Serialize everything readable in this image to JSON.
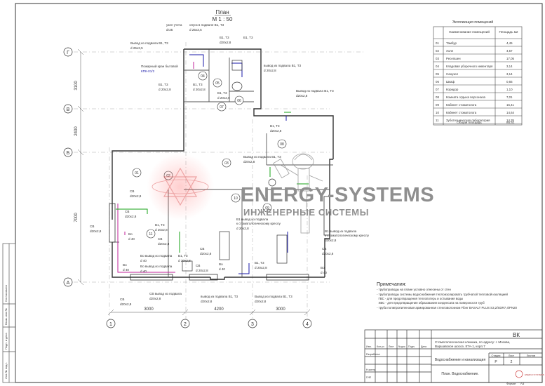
{
  "plan": {
    "title": "План",
    "scale": "М 1 : 50"
  },
  "axes": {
    "rows": [
      "Г",
      "В",
      "Б",
      "А"
    ],
    "cols": [
      "1",
      "2",
      "3",
      "4"
    ],
    "row_dims": [
      "3100",
      "2400",
      "7000"
    ],
    "col_dims": [
      "3000",
      "4200",
      "3000"
    ]
  },
  "rooms": [
    "01",
    "02",
    "03",
    "04",
    "05",
    "06",
    "07",
    "08",
    "09",
    "10",
    "11"
  ],
  "labels": {
    "uzel": "узел учета",
    "uzel_d": "dг25",
    "otpusk": "опуск в подвале В1, Т3",
    "otpusk_d": "d 25х3,5",
    "b1t3": "В1, Т3",
    "d20": "d20х2,8",
    "d20b": "d 20х2,8",
    "vyvod1": "Вывод из подвала В1, Т3",
    "vyvod1_d": "d 25х3,5",
    "pozh1": "Пожарный кран бытовой",
    "pozh2": "КПК-01/2",
    "vyvod2": "вывод из подвала В1, Т3",
    "vyvod3": "Вывод из подвала В1, Т3",
    "vyvod4": "Вывод из подвала В1, Т3",
    "vyvod4_d": "d20х2,8",
    "st1": "В1 вывод из подвала",
    "st2": "к стоматологическому креслу",
    "st1_d": "d 20х2,8",
    "st3": "В1 вывод из подвала",
    "st4": "к стоматологическому креслу",
    "st3_d": "d20х2,8",
    "cv": "СВ",
    "vo": "Во",
    "d40": "d 40",
    "vo_vyvod": "Во вывод из подвала",
    "cv_vyvod": "СВ вывод из подвала",
    "bottom1": "вывод из подвала В1, Т3",
    "bottom2": "Вывод из подвала В1, Т3"
  },
  "explication": {
    "title": "Экспликация помещений",
    "col_name": "Наименование помещений",
    "col_area": "Площадь м2",
    "rows": [
      {
        "n": "01",
        "name": "Тамбур",
        "area": "4,45"
      },
      {
        "n": "02",
        "name": "Холл",
        "area": "4,57"
      },
      {
        "n": "03",
        "name": "Ресепшен",
        "area": "17,05"
      },
      {
        "n": "04",
        "name": "Кладовая уборочного инвентаря",
        "area": "3,14"
      },
      {
        "n": "05",
        "name": "Санузел",
        "area": "3,14"
      },
      {
        "n": "06",
        "name": "Шкаф",
        "area": "0,65"
      },
      {
        "n": "07",
        "name": "Коридор",
        "area": "1,10"
      },
      {
        "n": "08",
        "name": "Комната отдыха персонала",
        "area": "7,01"
      },
      {
        "n": "09",
        "name": "Кабинет стоматолога",
        "area": "15,41"
      },
      {
        "n": "10",
        "name": "Кабинет стоматолога",
        "area": "14,64"
      },
      {
        "n": "11",
        "name": "Зуботехническая лаборатория",
        "area": "14,35"
      }
    ],
    "total_label": "Общая площадь",
    "total_area": "85,51"
  },
  "notes": {
    "title": "Примечания:",
    "lines": [
      "- трубопроводы на плане условно отнесены от стен",
      "- трубопроводы системы водоснабжения теплоизолировать трубчатой тепловой изоляцией",
      "  ГВС - для предотвращения теплопотерь и остывания воды",
      "  ХВС - для предотвращения образования конденсата на поверхности труб",
      "- труба полипропиленовая армированная стекловолокном Fiber BASALT PLUS S3,2/SDR7,4/PN20"
    ]
  },
  "stamp": {
    "code": "ВК",
    "project_line1": "Стоматологическая клиника, по адресу: г. Москва,",
    "project_line2": "Варшавское шоссе, 87А-1, корп.7",
    "section": "Водоснабжение и канализация",
    "sheet_title": "План. Водоснабжение.",
    "stage_h": "Стадия",
    "sheet_h": "Лист",
    "sheets_h": "Листов",
    "stage": "Р",
    "sheet": "2",
    "cols": [
      "Изм.",
      "Кол.уч",
      "Лист",
      "№док.",
      "Подп.",
      "Дата"
    ],
    "rows": [
      "Разработал",
      "",
      "Н.контр.",
      "ГИП"
    ],
    "format_h": "Формат",
    "format": "А3",
    "logo_text": "ENERGY-SYSTEMS"
  },
  "side_stamp": [
    "Согласовано",
    "Взам. инв.№",
    "Подп. и дата",
    "Инв.№ подл."
  ],
  "watermark": {
    "title": "ENERGY-SYSTEMS",
    "subtitle": "ИНЖЕНЕРНЫЕ СИСТЕМЫ"
  },
  "colors": {
    "pipe_cold": "#1a1aa8",
    "pipe_hot": "#c0209a",
    "pipe_sewer": "#17a317",
    "wall": "#333333"
  }
}
